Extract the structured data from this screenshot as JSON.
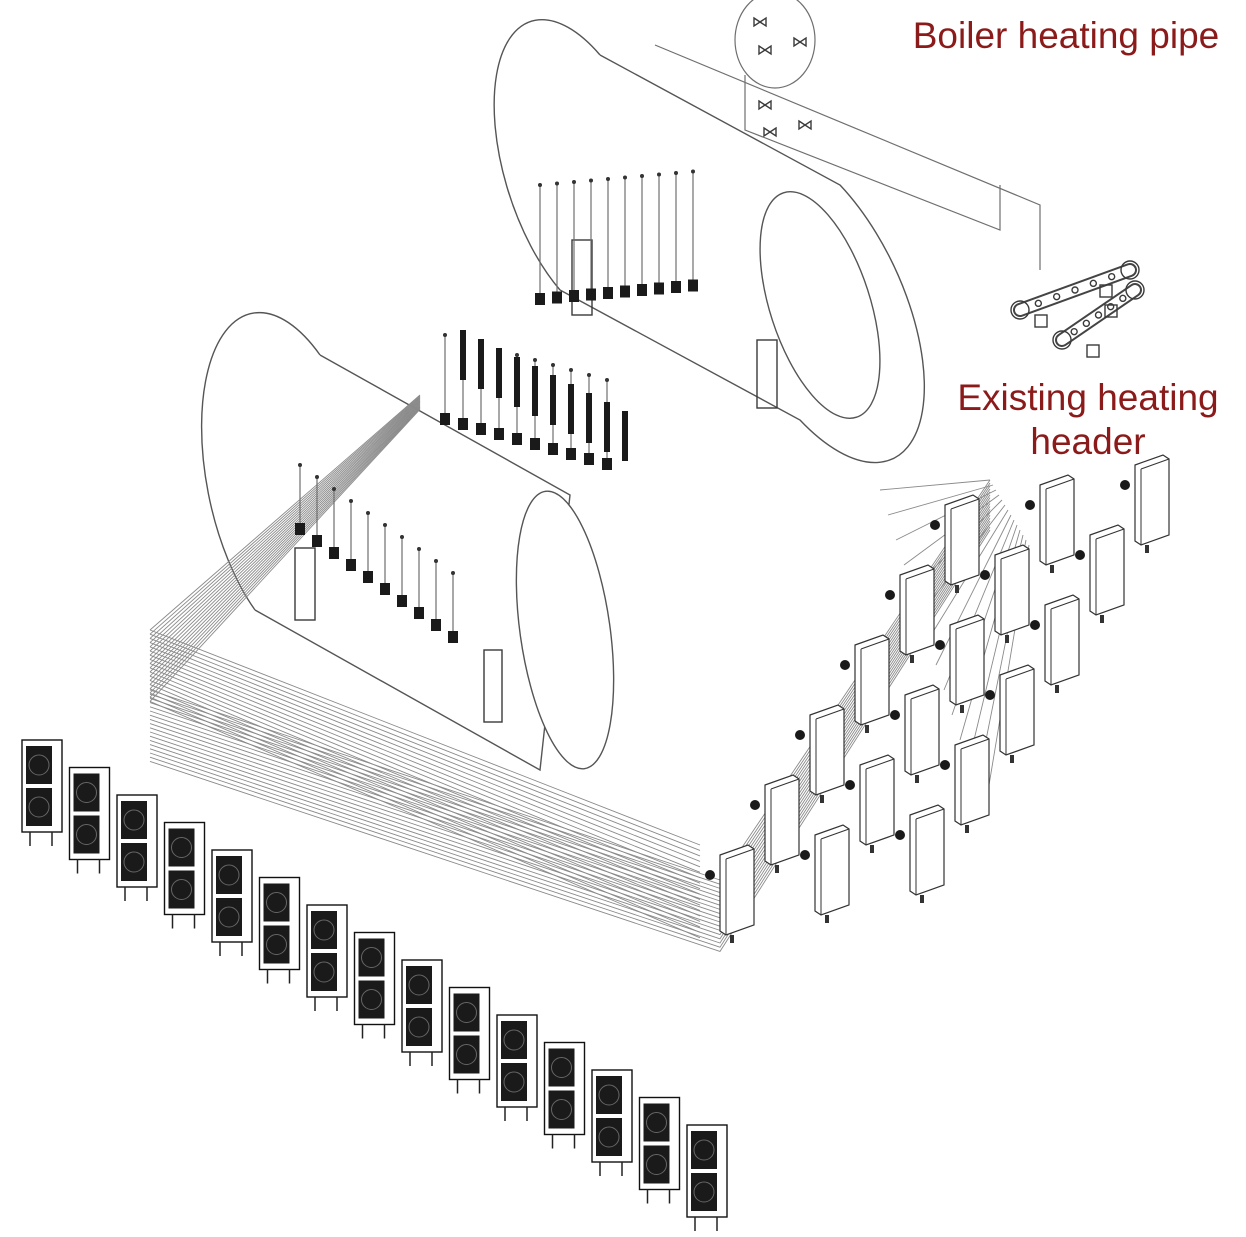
{
  "labels": {
    "boiler_heating_pipe": "Boiler heating pipe",
    "existing_heating_header_line1": "Existing heating",
    "existing_heating_header_line2": "header"
  },
  "colors": {
    "label": "#8b1a1a",
    "line": "#6f6f6f",
    "equipment": "#1a1a1a"
  },
  "equipment": {
    "storage_tanks": 2,
    "valve_groups_per_tank": 10,
    "outdoor_units": 15,
    "indoor_units_rows": 3,
    "indoor_units_per_row": 6,
    "header_pipes": 2
  }
}
